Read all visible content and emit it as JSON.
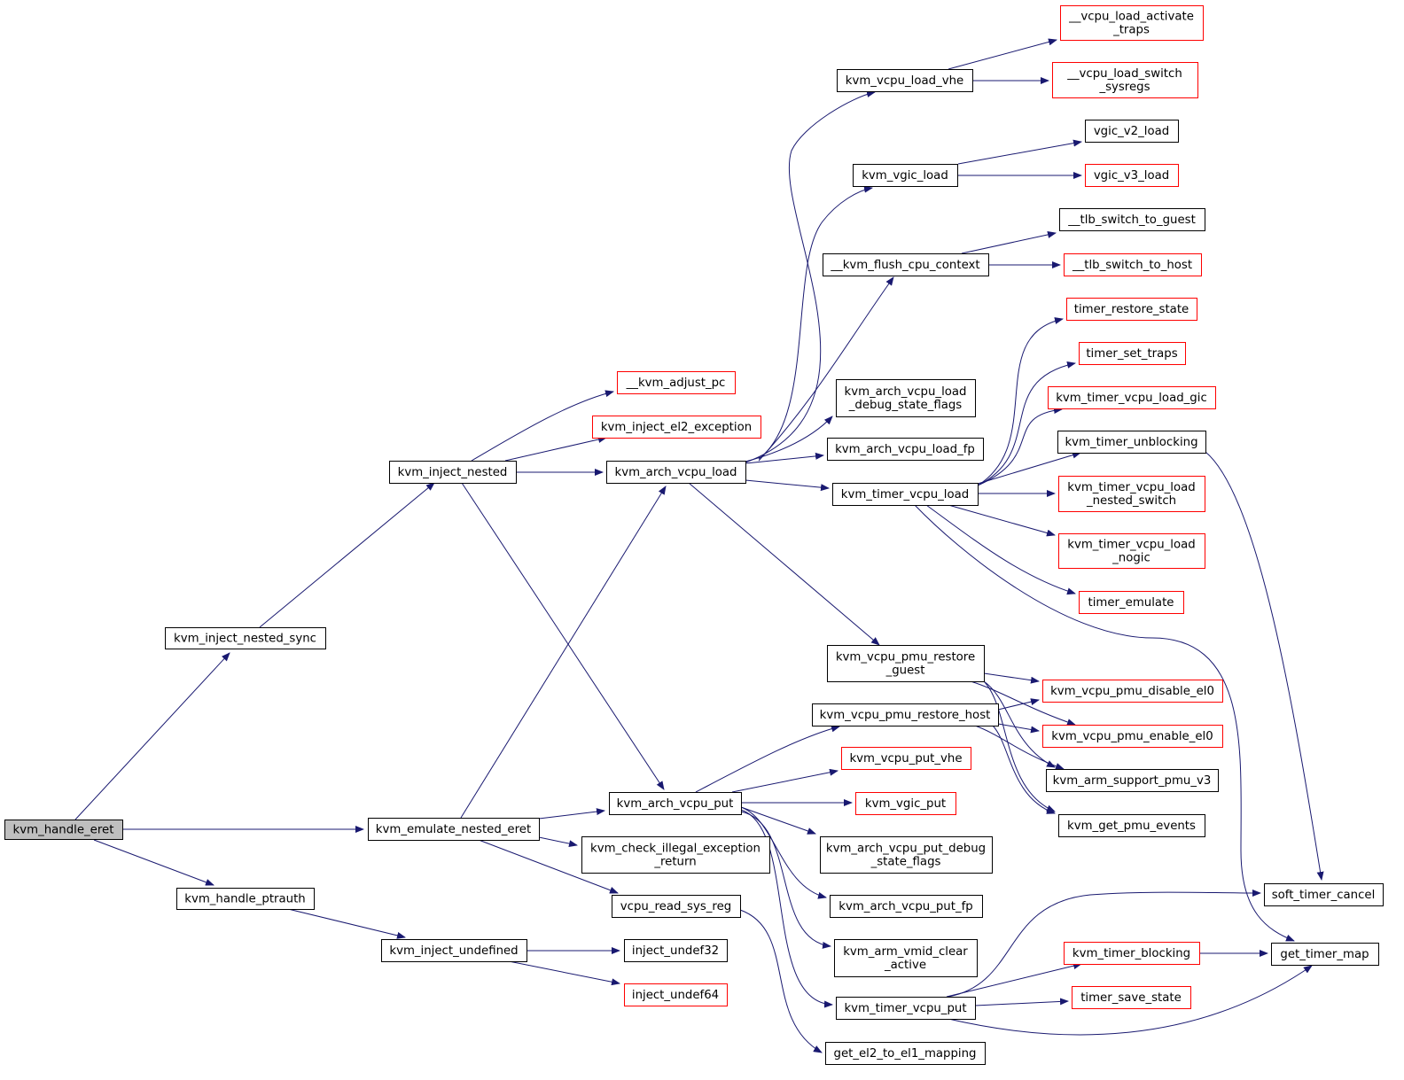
{
  "colors": {
    "edge": "#191970",
    "border_normal": "#000000",
    "border_red": "#ff0000",
    "root_fill": "#bfbfbf",
    "fill": "#ffffff"
  },
  "nodes": [
    {
      "id": "n0",
      "lines": [
        "kvm_handle_eret"
      ],
      "style": "root"
    },
    {
      "id": "n1",
      "lines": [
        "kvm_inject_nested_sync"
      ],
      "style": "black"
    },
    {
      "id": "n2",
      "lines": [
        "kvm_emulate_nested_eret"
      ],
      "style": "black"
    },
    {
      "id": "n3",
      "lines": [
        "kvm_handle_ptrauth"
      ],
      "style": "black"
    },
    {
      "id": "n4",
      "lines": [
        "kvm_inject_nested"
      ],
      "style": "black"
    },
    {
      "id": "n5",
      "lines": [
        "kvm_inject_undefined"
      ],
      "style": "black"
    },
    {
      "id": "n6",
      "lines": [
        "__kvm_adjust_pc"
      ],
      "style": "red"
    },
    {
      "id": "n7",
      "lines": [
        "kvm_inject_el2_exception"
      ],
      "style": "red"
    },
    {
      "id": "n8",
      "lines": [
        "kvm_arch_vcpu_load"
      ],
      "style": "black"
    },
    {
      "id": "n9",
      "lines": [
        "kvm_arch_vcpu_put"
      ],
      "style": "black"
    },
    {
      "id": "n10",
      "lines": [
        "kvm_check_illegal_exception",
        "_return"
      ],
      "style": "black"
    },
    {
      "id": "n11",
      "lines": [
        "vcpu_read_sys_reg"
      ],
      "style": "black"
    },
    {
      "id": "n12",
      "lines": [
        "inject_undef32"
      ],
      "style": "black"
    },
    {
      "id": "n13",
      "lines": [
        "inject_undef64"
      ],
      "style": "red"
    },
    {
      "id": "n14",
      "lines": [
        "kvm_vcpu_load_vhe"
      ],
      "style": "black"
    },
    {
      "id": "n15",
      "lines": [
        "kvm_vgic_load"
      ],
      "style": "black"
    },
    {
      "id": "n16",
      "lines": [
        "__kvm_flush_cpu_context"
      ],
      "style": "black"
    },
    {
      "id": "n17",
      "lines": [
        "kvm_arch_vcpu_load",
        "_debug_state_flags"
      ],
      "style": "black"
    },
    {
      "id": "n18",
      "lines": [
        "kvm_arch_vcpu_load_fp"
      ],
      "style": "black"
    },
    {
      "id": "n19",
      "lines": [
        "kvm_timer_vcpu_load"
      ],
      "style": "black"
    },
    {
      "id": "n20",
      "lines": [
        "kvm_vcpu_pmu_restore",
        "_guest"
      ],
      "style": "black"
    },
    {
      "id": "n21",
      "lines": [
        "kvm_vcpu_pmu_restore_host"
      ],
      "style": "black"
    },
    {
      "id": "n22",
      "lines": [
        "kvm_vcpu_put_vhe"
      ],
      "style": "red"
    },
    {
      "id": "n23",
      "lines": [
        "kvm_vgic_put"
      ],
      "style": "red"
    },
    {
      "id": "n24",
      "lines": [
        "kvm_arch_vcpu_put_debug",
        "_state_flags"
      ],
      "style": "black"
    },
    {
      "id": "n25",
      "lines": [
        "kvm_arch_vcpu_put_fp"
      ],
      "style": "black"
    },
    {
      "id": "n26",
      "lines": [
        "kvm_arm_vmid_clear",
        "_active"
      ],
      "style": "black"
    },
    {
      "id": "n27",
      "lines": [
        "kvm_timer_vcpu_put"
      ],
      "style": "black"
    },
    {
      "id": "n28",
      "lines": [
        "get_el2_to_el1_mapping"
      ],
      "style": "black"
    },
    {
      "id": "n29",
      "lines": [
        "__vcpu_load_activate",
        "_traps"
      ],
      "style": "red"
    },
    {
      "id": "n30",
      "lines": [
        "__vcpu_load_switch",
        "_sysregs"
      ],
      "style": "red"
    },
    {
      "id": "n31",
      "lines": [
        "vgic_v2_load"
      ],
      "style": "black"
    },
    {
      "id": "n32",
      "lines": [
        "vgic_v3_load"
      ],
      "style": "red"
    },
    {
      "id": "n33",
      "lines": [
        "__tlb_switch_to_guest"
      ],
      "style": "black"
    },
    {
      "id": "n34",
      "lines": [
        "__tlb_switch_to_host"
      ],
      "style": "red"
    },
    {
      "id": "n35",
      "lines": [
        "timer_restore_state"
      ],
      "style": "red"
    },
    {
      "id": "n36",
      "lines": [
        "timer_set_traps"
      ],
      "style": "red"
    },
    {
      "id": "n37",
      "lines": [
        "kvm_timer_vcpu_load_gic"
      ],
      "style": "red"
    },
    {
      "id": "n38",
      "lines": [
        "kvm_timer_unblocking"
      ],
      "style": "black"
    },
    {
      "id": "n39",
      "lines": [
        "kvm_timer_vcpu_load",
        "_nested_switch"
      ],
      "style": "red"
    },
    {
      "id": "n40",
      "lines": [
        "kvm_timer_vcpu_load",
        "_nogic"
      ],
      "style": "red"
    },
    {
      "id": "n41",
      "lines": [
        "timer_emulate"
      ],
      "style": "red"
    },
    {
      "id": "n42",
      "lines": [
        "kvm_vcpu_pmu_disable_el0"
      ],
      "style": "red"
    },
    {
      "id": "n43",
      "lines": [
        "kvm_vcpu_pmu_enable_el0"
      ],
      "style": "red"
    },
    {
      "id": "n44",
      "lines": [
        "kvm_arm_support_pmu_v3"
      ],
      "style": "black"
    },
    {
      "id": "n45",
      "lines": [
        "kvm_get_pmu_events"
      ],
      "style": "black"
    },
    {
      "id": "n46",
      "lines": [
        "kvm_timer_blocking"
      ],
      "style": "red"
    },
    {
      "id": "n47",
      "lines": [
        "timer_save_state"
      ],
      "style": "red"
    },
    {
      "id": "n48",
      "lines": [
        "soft_timer_cancel"
      ],
      "style": "black"
    },
    {
      "id": "n49",
      "lines": [
        "get_timer_map"
      ],
      "style": "black"
    }
  ],
  "edges": [
    [
      "n0",
      "n1"
    ],
    [
      "n0",
      "n2"
    ],
    [
      "n0",
      "n3"
    ],
    [
      "n1",
      "n4"
    ],
    [
      "n2",
      "n8"
    ],
    [
      "n2",
      "n9"
    ],
    [
      "n2",
      "n10"
    ],
    [
      "n2",
      "n11"
    ],
    [
      "n3",
      "n5"
    ],
    [
      "n4",
      "n6"
    ],
    [
      "n4",
      "n7"
    ],
    [
      "n4",
      "n8"
    ],
    [
      "n4",
      "n9"
    ],
    [
      "n5",
      "n12"
    ],
    [
      "n5",
      "n13"
    ],
    [
      "n8",
      "n14"
    ],
    [
      "n8",
      "n15"
    ],
    [
      "n8",
      "n16"
    ],
    [
      "n8",
      "n17"
    ],
    [
      "n8",
      "n18"
    ],
    [
      "n8",
      "n19"
    ],
    [
      "n8",
      "n20"
    ],
    [
      "n9",
      "n21"
    ],
    [
      "n9",
      "n22"
    ],
    [
      "n9",
      "n23"
    ],
    [
      "n9",
      "n24"
    ],
    [
      "n9",
      "n25"
    ],
    [
      "n9",
      "n26"
    ],
    [
      "n9",
      "n27"
    ],
    [
      "n11",
      "n28"
    ],
    [
      "n14",
      "n29"
    ],
    [
      "n14",
      "n30"
    ],
    [
      "n15",
      "n31"
    ],
    [
      "n15",
      "n32"
    ],
    [
      "n16",
      "n33"
    ],
    [
      "n16",
      "n34"
    ],
    [
      "n19",
      "n35"
    ],
    [
      "n19",
      "n36"
    ],
    [
      "n19",
      "n37"
    ],
    [
      "n19",
      "n38"
    ],
    [
      "n19",
      "n39"
    ],
    [
      "n19",
      "n40"
    ],
    [
      "n19",
      "n41"
    ],
    [
      "n19",
      "n49"
    ],
    [
      "n20",
      "n42"
    ],
    [
      "n20",
      "n43"
    ],
    [
      "n20",
      "n44"
    ],
    [
      "n20",
      "n45"
    ],
    [
      "n21",
      "n42"
    ],
    [
      "n21",
      "n43"
    ],
    [
      "n21",
      "n44"
    ],
    [
      "n21",
      "n45"
    ],
    [
      "n27",
      "n46"
    ],
    [
      "n27",
      "n47"
    ],
    [
      "n27",
      "n48"
    ],
    [
      "n27",
      "n49"
    ],
    [
      "n38",
      "n48"
    ],
    [
      "n46",
      "n49"
    ]
  ]
}
